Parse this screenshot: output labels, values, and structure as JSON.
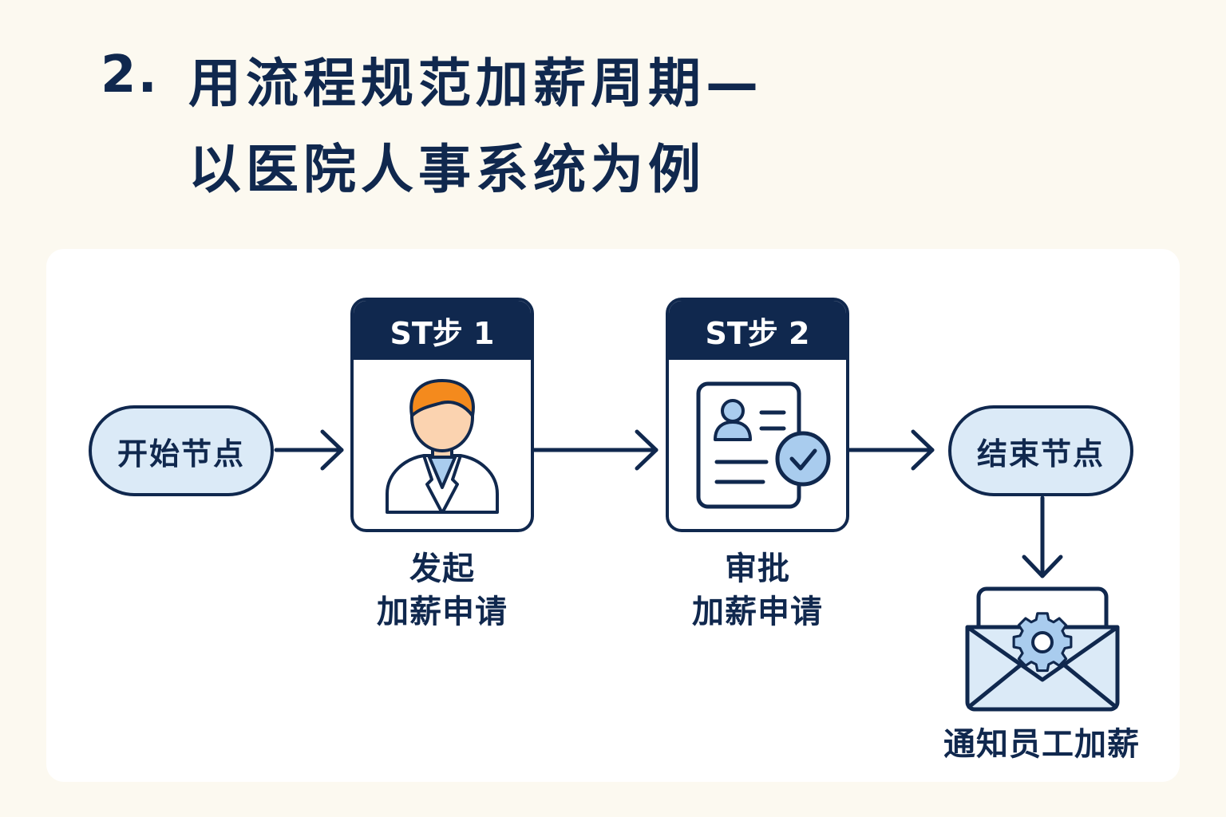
{
  "title": {
    "number": "2.",
    "line1": "用流程规范加薪周期—",
    "line2": "以医院人事系统为例"
  },
  "nodes": {
    "start": "开始节点",
    "end": "结束节点"
  },
  "steps": [
    {
      "header": "ST步 1",
      "icon": "doctor-icon",
      "caption_line1": "发起",
      "caption_line2": "加薪申请"
    },
    {
      "header": "ST步 2",
      "icon": "document-check-icon",
      "caption_line1": "审批",
      "caption_line2": "加薪申请"
    }
  ],
  "notify": {
    "icon": "envelope-gear-icon",
    "caption": "通知员工加薪"
  },
  "colors": {
    "navy": "#10284e",
    "light_blue": "#dbeaf7",
    "orange": "#f48a1d",
    "background": "#fcf9f0"
  }
}
